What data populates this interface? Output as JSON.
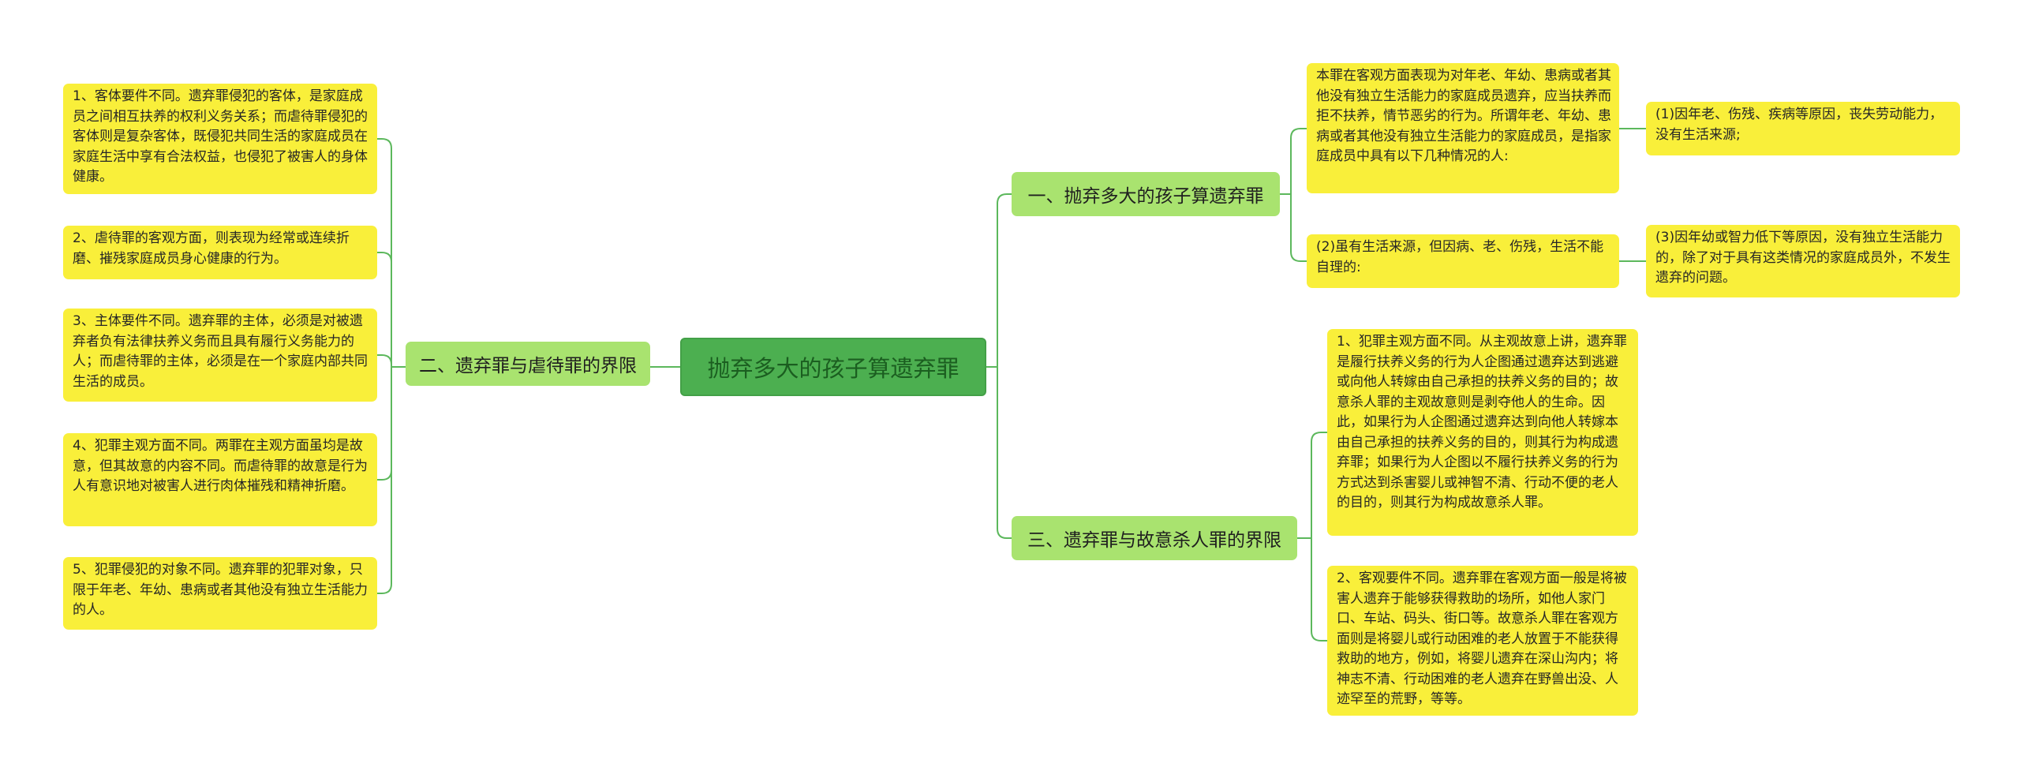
{
  "root": {
    "label": "抛弃多大的孩子算遗弃罪"
  },
  "branches": [
    {
      "label": "一、抛弃多大的孩子算遗弃罪",
      "items": [
        {
          "text": "本罪在客观方面表现为对年老、年幼、患病或者其他没有独立生活能力的家庭成员遗弃，应当扶养而拒不扶养，情节恶劣的行为。所谓年老、年幼、患病或者其他没有独立生活能力的家庭成员，是指家庭成员中具有以下几种情况的人:",
          "child": "(1)因年老、伤残、疾病等原因，丧失劳动能力，没有生活来源;"
        },
        {
          "text": "(2)虽有生活来源，但因病、老、伤残，生活不能自理的:",
          "child": "(3)因年幼或智力低下等原因，没有独立生活能力的，除了对于具有这类情况的家庭成员外，不发生遗弃的问题。"
        }
      ]
    },
    {
      "label": "二、遗弃罪与虐待罪的界限",
      "items": [
        {
          "text": "1、客体要件不同。遗弃罪侵犯的客体，是家庭成员之间相互扶养的权利义务关系；而虐待罪侵犯的客体则是复杂客体，既侵犯共同生活的家庭成员在家庭生活中享有合法权益，也侵犯了被害人的身体健康。"
        },
        {
          "text": "2、虐待罪的客观方面，则表现为经常或连续折磨、摧残家庭成员身心健康的行为。"
        },
        {
          "text": "3、主体要件不同。遗弃罪的主体，必须是对被遗弃者负有法律扶养义务而且具有履行义务能力的人；而虐待罪的主体，必须是在一个家庭内部共同生活的成员。"
        },
        {
          "text": "4、犯罪主观方面不同。两罪在主观方面虽均是故意，但其故意的内容不同。而虐待罪的故意是行为人有意识地对被害人进行肉体摧残和精神折磨。"
        },
        {
          "text": "5、犯罪侵犯的对象不同。遗弃罪的犯罪对象，只限于年老、年幼、患病或者其他没有独立生活能力的人。"
        }
      ]
    },
    {
      "label": "三、遗弃罪与故意杀人罪的界限",
      "items": [
        {
          "text": "1、犯罪主观方面不同。从主观故意上讲，遗弃罪是履行扶养义务的行为人企图通过遗弃达到逃避或向他人转嫁由自己承担的扶养义务的目的；故意杀人罪的主观故意则是剥夺他人的生命。因此，如果行为人企图通过遗弃达到向他人转嫁本由自己承担的扶养义务的目的，则其行为构成遗弃罪；如果行为人企图以不履行扶养义务的行为方式达到杀害婴儿或神智不清、行动不便的老人的目的，则其行为构成故意杀人罪。"
        },
        {
          "text": "2、客观要件不同。遗弃罪在客观方面一般是将被害人遗弃于能够获得救助的场所，如他人家门口、车站、码头、街口等。故意杀人罪在客观方面则是将婴儿或行动困难的老人放置于不能获得救助的地方，例如，将婴儿遗弃在深山沟内；将神志不清、行动困难的老人遗弃在野兽出没、人迹罕至的荒野，等等。"
        }
      ]
    }
  ],
  "colors": {
    "root": "#4caf50",
    "branch": "#a9e36f",
    "leaf": "#f9ef3a",
    "connector": "#5cb85c"
  }
}
